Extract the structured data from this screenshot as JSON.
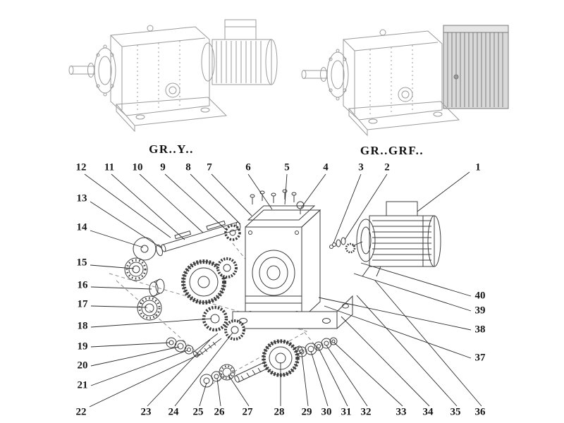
{
  "diagram": {
    "title_left": "GR..Y..",
    "title_right": "GR..GRF..",
    "line_color": "#3d3d3d",
    "faint_color": "#9b9b9b",
    "callouts": [
      "1",
      "2",
      "3",
      "4",
      "5",
      "6",
      "7",
      "8",
      "9",
      "10",
      "11",
      "12",
      "13",
      "14",
      "15",
      "16",
      "17",
      "18",
      "19",
      "20",
      "21",
      "22",
      "23",
      "24",
      "25",
      "26",
      "27",
      "28",
      "29",
      "30",
      "31",
      "32",
      "33",
      "34",
      "35",
      "36",
      "37",
      "38",
      "39",
      "40"
    ]
  }
}
